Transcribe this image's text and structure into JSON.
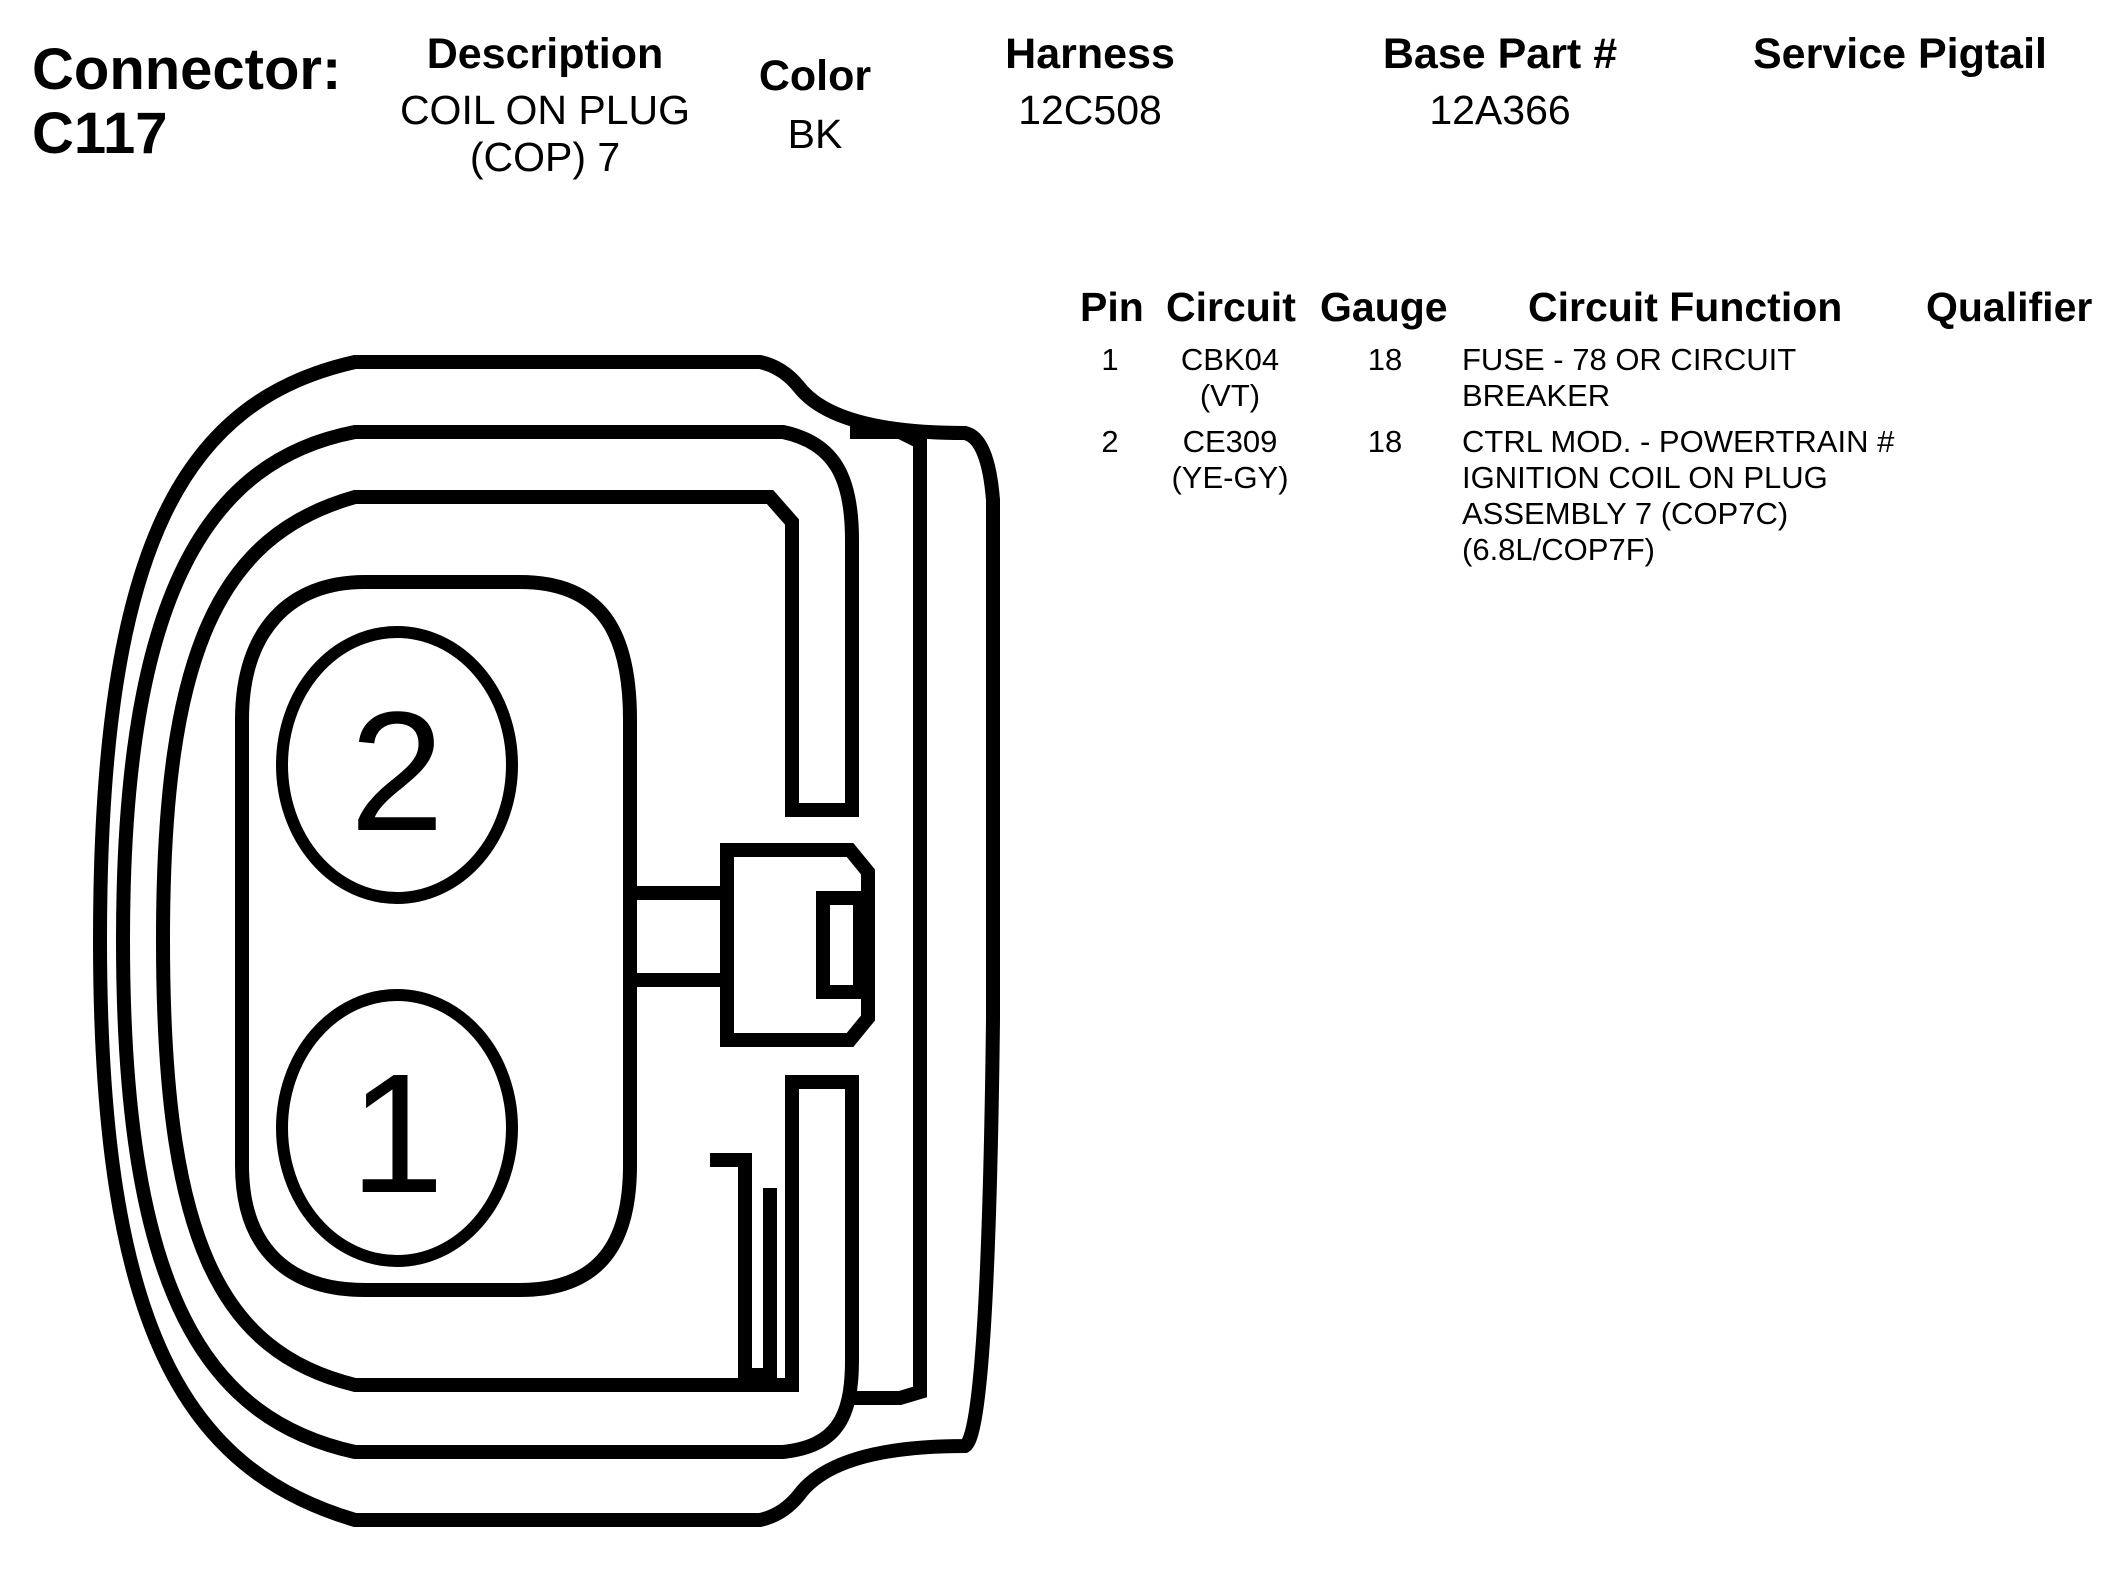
{
  "connector": {
    "label": "Connector:",
    "id": "C117"
  },
  "header": {
    "description_label": "Description",
    "description_line1": "COIL ON PLUG",
    "description_line2": "(COP) 7",
    "color_label": "Color",
    "color_value": "BK",
    "harness_label": "Harness",
    "harness_value": "12C508",
    "base_part_label": "Base Part #",
    "base_part_value": "12A366",
    "service_pigtail_label": "Service Pigtail"
  },
  "table": {
    "headers": {
      "pin": "Pin",
      "circuit": "Circuit",
      "gauge": "Gauge",
      "function": "Circuit Function",
      "qualifier": "Qualifier"
    },
    "rows": [
      {
        "pin": "1",
        "circuit_line1": "CBK04",
        "circuit_line2": "(VT)",
        "gauge": "18",
        "function_lines": [
          "FUSE - 78 OR CIRCUIT",
          "BREAKER"
        ]
      },
      {
        "pin": "2",
        "circuit_line1": "CE309",
        "circuit_line2": "(YE-GY)",
        "gauge": "18",
        "function_lines": [
          "CTRL MOD. - POWERTRAIN #",
          "IGNITION COIL ON PLUG",
          "ASSEMBLY 7 (COP7C)",
          "(6.8L/COP7F)"
        ]
      }
    ]
  },
  "diagram": {
    "pin_top": "2",
    "pin_bottom": "1"
  }
}
